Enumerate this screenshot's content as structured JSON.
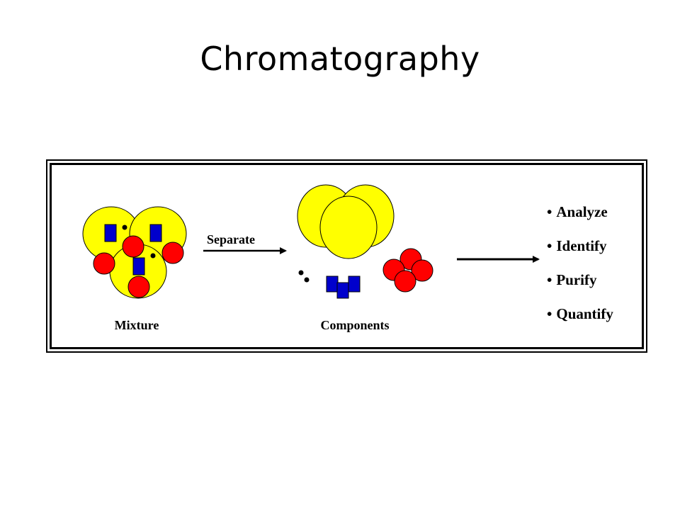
{
  "title": "Chromatography",
  "diagram": {
    "mixture_label": "Mixture",
    "separate_label": "Separate",
    "components_label": "Components",
    "outcomes": [
      {
        "label": "Analyze"
      },
      {
        "label": "Identify"
      },
      {
        "label": "Purify"
      },
      {
        "label": "Quantify"
      }
    ]
  },
  "colors": {
    "yellow": "#FFFF00",
    "red": "#FF0000",
    "blue": "#0000CC",
    "outline": "#000000"
  }
}
